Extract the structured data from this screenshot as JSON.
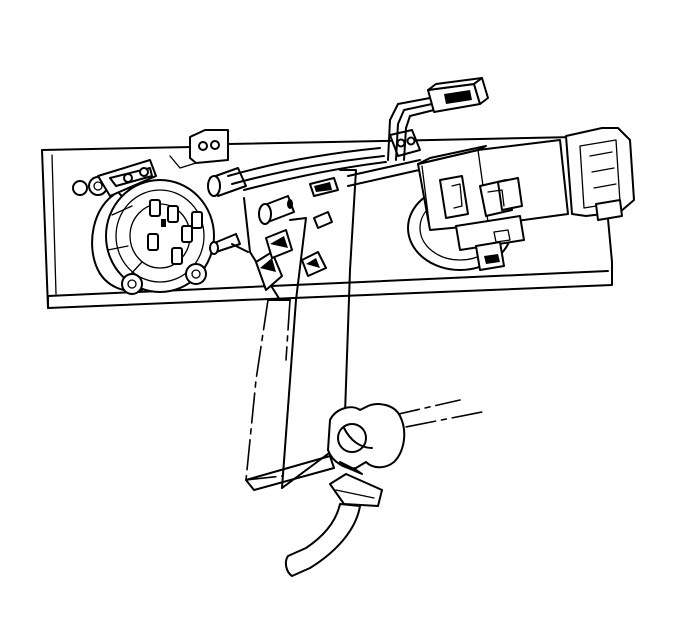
{
  "diagram": {
    "type": "exploded-assembly-line-drawing",
    "colors": {
      "stroke": "#000000",
      "background": "#ffffff"
    },
    "parts": [
      {
        "name": "instrument-panel-mounting-plate"
      },
      {
        "name": "round-multi-pin-connector"
      },
      {
        "name": "bulb-socket"
      },
      {
        "name": "switch-module-housing"
      },
      {
        "name": "wiring-harness-connector"
      },
      {
        "name": "bracket-tab-with-holes"
      },
      {
        "name": "printed-circuit-film"
      },
      {
        "name": "cable-clip-and-cable"
      }
    ]
  }
}
